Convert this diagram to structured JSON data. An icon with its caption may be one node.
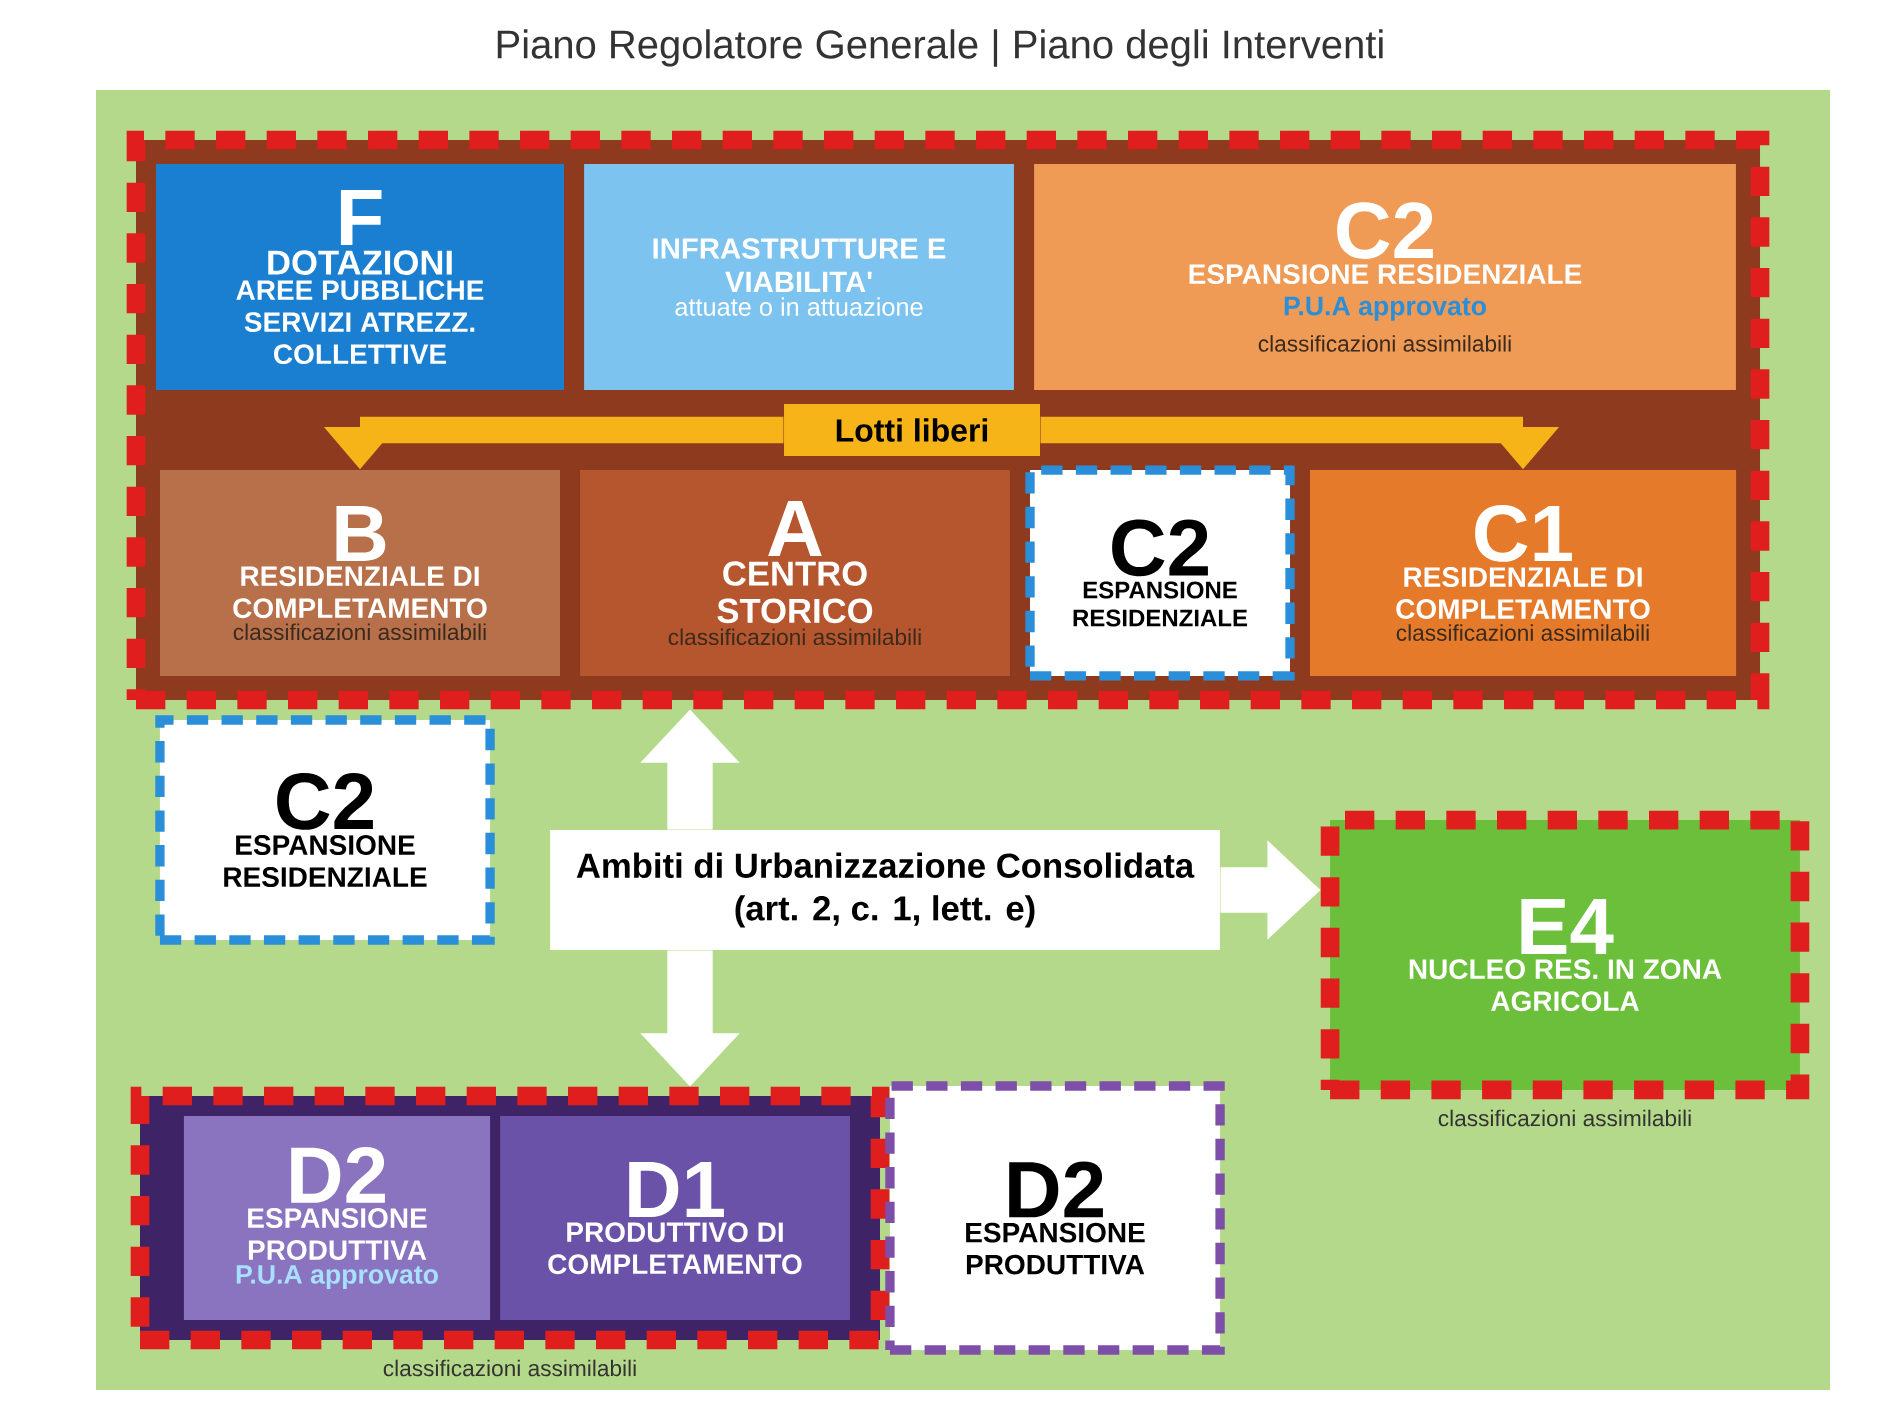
{
  "diagram": {
    "title": "Piano Regolatore Generale | Piano degli Interventi",
    "nodes": [
      {
        "text": [],
        "shape": "box"
      },
      {
        "text": [
          "F",
          "DOTAZIONI",
          "AREE PUBBLICHE SERVIZI ATREZZ. COLLETTIVE"
        ],
        "in": 0
      },
      {
        "text": [
          "INFRASTRUTTURE E VIABILITA'",
          "attuate o in attuazione"
        ],
        "in": 0
      },
      {
        "text": [
          "C2",
          "ESPANSIONE RESIDENZIALE",
          "P.U.A approvato",
          "classificazioni assimilabili"
        ],
        "in": 0
      },
      {
        "text": [
          "B",
          "RESIDENZIALE DI COMPLETAMENTO",
          "classificazioni assimilabili"
        ],
        "in": 0
      },
      {
        "text": [
          "A",
          "CENTRO STORICO",
          "classificazioni assimilabili"
        ],
        "in": 0
      },
      {
        "text": [
          "C2",
          "ESPANSIONE RESIDENZIALE"
        ],
        "in": 0
      },
      {
        "text": [
          "C1",
          "RESIDENZIALE DI COMPLETAMENTO",
          "classificazioni assimilabili"
        ],
        "in": 0
      },
      {
        "text": [
          "Lotti liberi"
        ],
        "in": 0
      },
      {
        "text": [
          "C2",
          "ESPANSIONE RESIDENZIALE"
        ]
      },
      {
        "text": [
          "Ambiti di Urbanizzazione Consolidata (art. 2, c. 1, lett. e)"
        ]
      },
      {
        "text": [
          "E4",
          "NUCLEO RES. IN ZONA AGRICOLA"
        ],
        "beside": [
          "classificazioni assimilabili"
        ]
      },
      {
        "text": [],
        "shape": "box",
        "beside": [
          "classificazioni assimilabili"
        ]
      },
      {
        "text": [
          "D2",
          "ESPANSIONE PRODUTTIVA",
          "P.U.A approvato"
        ],
        "in": 12
      },
      {
        "text": [
          "D1",
          "PRODUTTIVO DI COMPLETAMENTO"
        ],
        "in": 12
      },
      {
        "text": [
          "D2",
          "ESPANSIONE PRODUTTIVA"
        ]
      }
    ],
    "edges": [
      {
        "from": 8,
        "to": 4,
        "arrow": "to",
        "color": "#f7b418"
      },
      {
        "from": 8,
        "to": 7,
        "arrow": "to",
        "color": "#f7b418"
      },
      {
        "from": 10,
        "to": 0,
        "arrow": "to",
        "color": "#ffffff"
      },
      {
        "from": 10,
        "to": 12,
        "arrow": "to",
        "color": "#ffffff"
      },
      {
        "from": 10,
        "to": 11,
        "arrow": "to",
        "color": "#ffffff"
      }
    ]
  }
}
